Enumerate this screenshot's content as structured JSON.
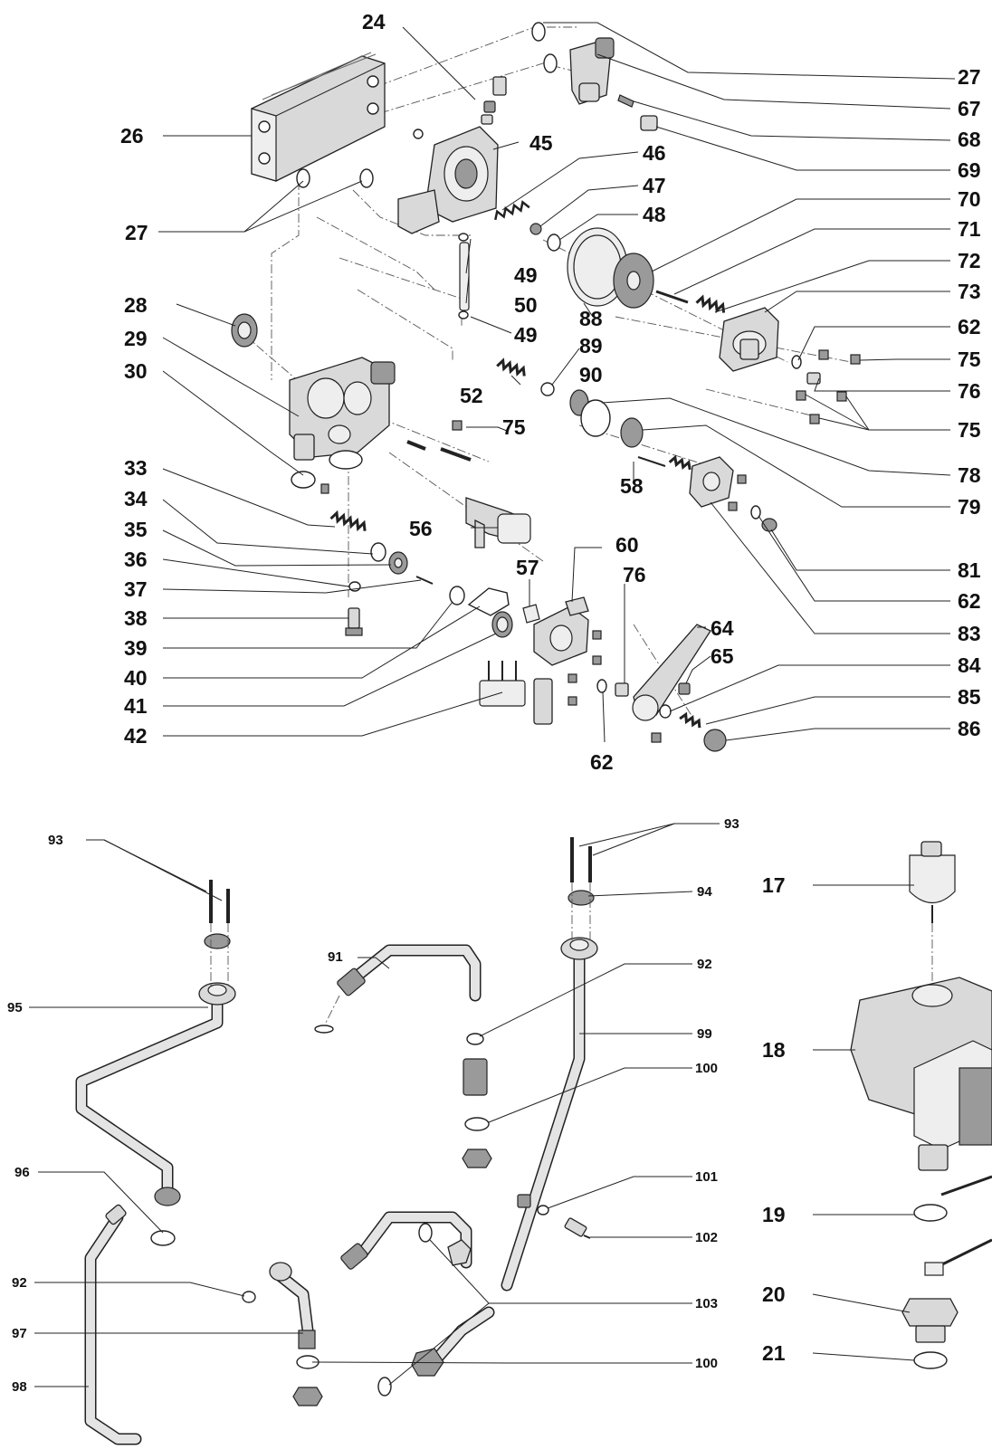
{
  "labels": {
    "l24": "24",
    "l26": "26",
    "l27a": "27",
    "l27b": "27",
    "l28": "28",
    "l29": "29",
    "l30": "30",
    "l33": "33",
    "l34": "34",
    "l35": "35",
    "l36": "36",
    "l37": "37",
    "l38": "38",
    "l39": "39",
    "l40": "40",
    "l41": "41",
    "l42": "42",
    "l45": "45",
    "l46": "46",
    "l47": "47",
    "l48": "48",
    "l49a": "49",
    "l49b": "49",
    "l50": "50",
    "l52": "52",
    "l56": "56",
    "l57": "57",
    "l58": "58",
    "l60": "60",
    "l62a": "62",
    "l62b": "62",
    "l62c": "62",
    "l64": "64",
    "l65": "65",
    "l67": "67",
    "l68": "68",
    "l69": "69",
    "l70": "70",
    "l71": "71",
    "l72": "72",
    "l73": "73",
    "l75a": "75",
    "l75b": "75",
    "l75c": "75",
    "l76a": "76",
    "l76b": "76",
    "l78": "78",
    "l79": "79",
    "l81": "81",
    "l83": "83",
    "l84": "84",
    "l85": "85",
    "l86": "86",
    "l88": "88",
    "l89": "89",
    "l90": "90",
    "s91": "91",
    "s92a": "92",
    "s92b": "92",
    "s93a": "93",
    "s93b": "93",
    "s94": "94",
    "s95": "95",
    "s96": "96",
    "s97": "97",
    "s98": "98",
    "s99": "99",
    "s100a": "100",
    "s100b": "100",
    "s101": "101",
    "s102": "102",
    "s103": "103",
    "s17": "17",
    "s18": "18",
    "s19": "19",
    "s20": "20",
    "s21": "21"
  },
  "colors": {
    "ink": "#111111",
    "part_fill": "#d9d9d9",
    "part_dark": "#9a9a9a",
    "background": "#ffffff"
  }
}
